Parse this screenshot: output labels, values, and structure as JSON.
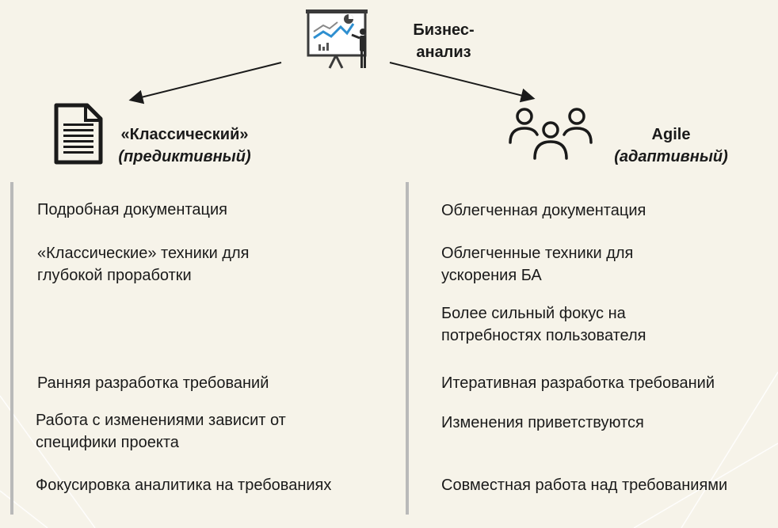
{
  "top": {
    "title_line1": "Бизнес-",
    "title_line2": "анализ",
    "icon": "presentation-board-icon"
  },
  "left": {
    "icon": "document-icon",
    "heading_main": "«Классический»",
    "heading_sub": "(предиктивный)",
    "items": [
      {
        "line1": "Подробная документация",
        "line2": ""
      },
      {
        "line1": "«Классические» техники для",
        "line2": "глубокой проработки"
      },
      {
        "line1": "Ранняя разработка требований",
        "line2": ""
      },
      {
        "line1": "Работа с изменениями зависит от",
        "line2": "специфики проекта"
      },
      {
        "line1": "Фокусировка аналитика на требованиях",
        "line2": ""
      }
    ]
  },
  "right": {
    "icon": "team-icon",
    "heading_main": "Agile",
    "heading_sub": "(адаптивный)",
    "items": [
      {
        "line1": "Облегченная документация",
        "line2": ""
      },
      {
        "line1": "Облегченные техники для",
        "line2": "ускорения БА"
      },
      {
        "line1": "Более сильный фокус на",
        "line2": "потребностях пользователя"
      },
      {
        "line1": "Итеративная разработка требований",
        "line2": ""
      },
      {
        "line1": "Изменения приветствуются",
        "line2": ""
      },
      {
        "line1": "Совместная работа над требованиями",
        "line2": ""
      }
    ]
  }
}
